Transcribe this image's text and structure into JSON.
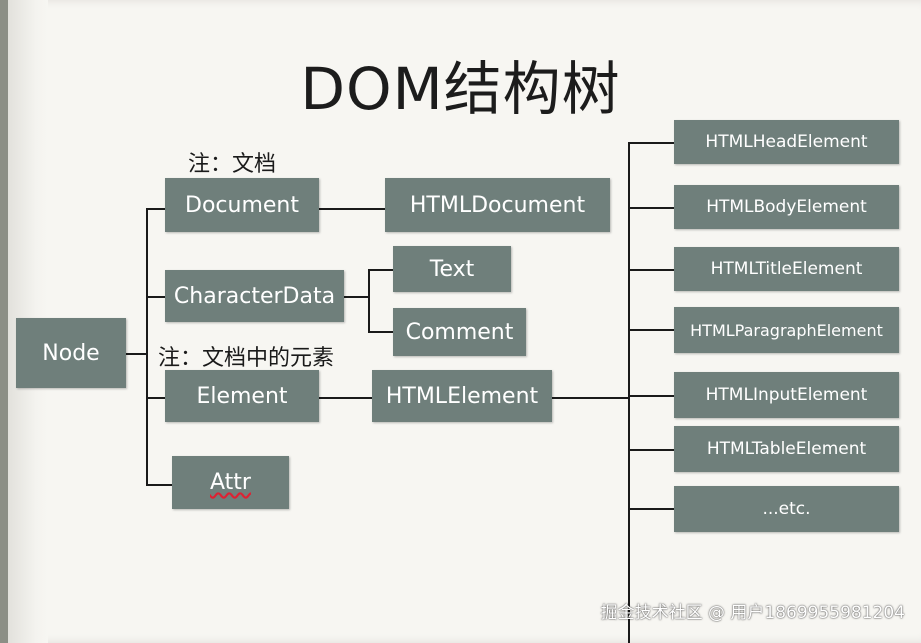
{
  "title": "DOM结构树",
  "notes": {
    "document_note": "注：文档",
    "element_note": "注：文档中的元素"
  },
  "nodes": {
    "node": "Node",
    "document": "Document",
    "html_document": "HTMLDocument",
    "character_data": "CharacterData",
    "text": "Text",
    "comment": "Comment",
    "element": "Element",
    "html_element": "HTMLElement",
    "attr": "Attr"
  },
  "html_element_children": [
    "HTMLHeadElement",
    "HTMLBodyElement",
    "HTMLTitleElement",
    "HTMLParagraphElement",
    "HTMLInputElement",
    "HTMLTableElement",
    "...etc."
  ],
  "watermark": "掘金技术社区 @ 用户1869955981204",
  "colors": {
    "box_fill": "#6f7f7b",
    "box_text": "#ffffff",
    "line": "#1a1a1a"
  }
}
